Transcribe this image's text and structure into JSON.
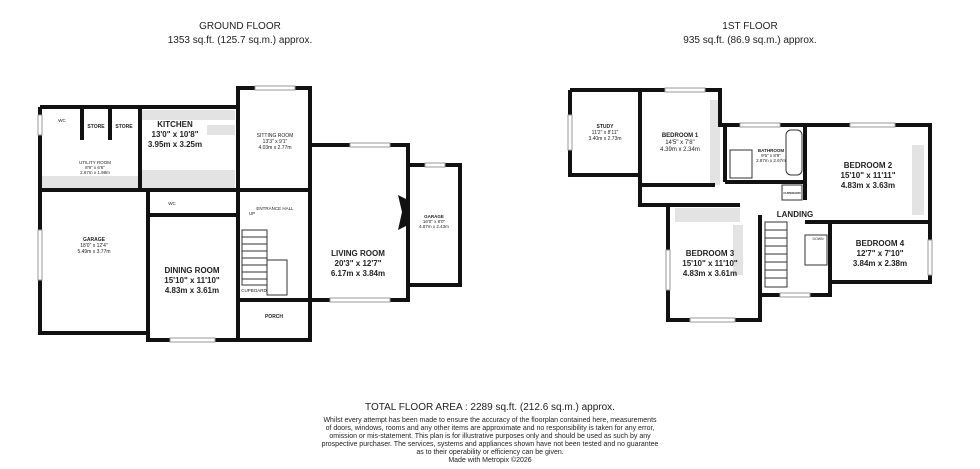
{
  "ground_floor": {
    "title": "GROUND FLOOR",
    "area": "1353 sq.ft. (125.7 sq.m.) approx.",
    "rooms": {
      "kitchen": {
        "name": "KITCHEN",
        "imperial": "13'0\" x 10'8\"",
        "metric": "3.95m x 3.25m"
      },
      "sitting_room": {
        "name": "SITTING ROOM",
        "imperial": "13'3\" x 9'1\"",
        "metric": "4.03m x 2.77m"
      },
      "utility_room": {
        "name": "UTILITY ROOM",
        "imperial": "8'9\" x 6'6\"",
        "metric": "2.67m x 1.98m"
      },
      "store_1": {
        "name": "STORE"
      },
      "store_2": {
        "name": "STORE"
      },
      "wc_1": {
        "name": "WC"
      },
      "wc_2": {
        "name": "WC"
      },
      "entrance_hall": {
        "name": "ENTRANCE HALL"
      },
      "garage_left": {
        "name": "GARAGE",
        "imperial": "18'0\" x 12'4\"",
        "metric": "5.49m x 3.77m"
      },
      "dining_room": {
        "name": "DINING ROOM",
        "imperial": "15'10\" x 11'10\"",
        "metric": "4.83m x 3.61m"
      },
      "living_room": {
        "name": "LIVING ROOM",
        "imperial": "20'3\" x 12'7\"",
        "metric": "6.17m x 3.84m"
      },
      "garage_right": {
        "name": "GARAGE",
        "imperial": "16'0\" x 8'0\"",
        "metric": "4.87m x 2.43m"
      },
      "cupboard": {
        "name": "CUPBOARD"
      },
      "porch": {
        "name": "PORCH"
      },
      "stairs_label": "UP"
    }
  },
  "first_floor": {
    "title": "1ST FLOOR",
    "area": "935 sq.ft. (86.9 sq.m.) approx.",
    "rooms": {
      "study": {
        "name": "STUDY",
        "imperial": "11'2\" x 8'11\"",
        "metric": "3.40m x 2.73m"
      },
      "bedroom_1": {
        "name": "BEDROOM 1",
        "imperial": "14'5\" x 7'8\"",
        "metric": "4.39m x 2.34m"
      },
      "bathroom": {
        "name": "BATHROOM",
        "imperial": "9'5\" x 8'9\"",
        "metric": "2.87m x 2.67m"
      },
      "bedroom_2": {
        "name": "BEDROOM 2",
        "imperial": "15'10\" x 11'11\"",
        "metric": "4.83m x 3.63m"
      },
      "cupboard": {
        "name": "CUPBOARD"
      },
      "landing": {
        "name": "LANDING"
      },
      "bedroom_3": {
        "name": "BEDROOM 3",
        "imperial": "15'10\" x 11'10\"",
        "metric": "4.83m x 3.61m"
      },
      "bedroom_4": {
        "name": "BEDROOM 4",
        "imperial": "12'7\" x 7'10\"",
        "metric": "3.84m x 2.38m"
      },
      "stairs_label": "DOWN"
    }
  },
  "footer": {
    "total": "TOTAL FLOOR AREA : 2289 sq.ft. (212.6 sq.m.) approx.",
    "disclaimer": [
      "Whilst every attempt has been made to ensure the accuracy of the floorplan contained here, measurements",
      "of doors, windows, rooms and any other items are approximate and no responsibility is taken for any error,",
      "omission or mis-statement. This plan is for illustrative purposes only and should be used as such by any",
      "prospective purchaser. The services, systems and appliances shown have not been tested and no guarantee",
      "as to their operability or efficiency can be given."
    ],
    "credit": "Made with Metropix ©2026"
  }
}
